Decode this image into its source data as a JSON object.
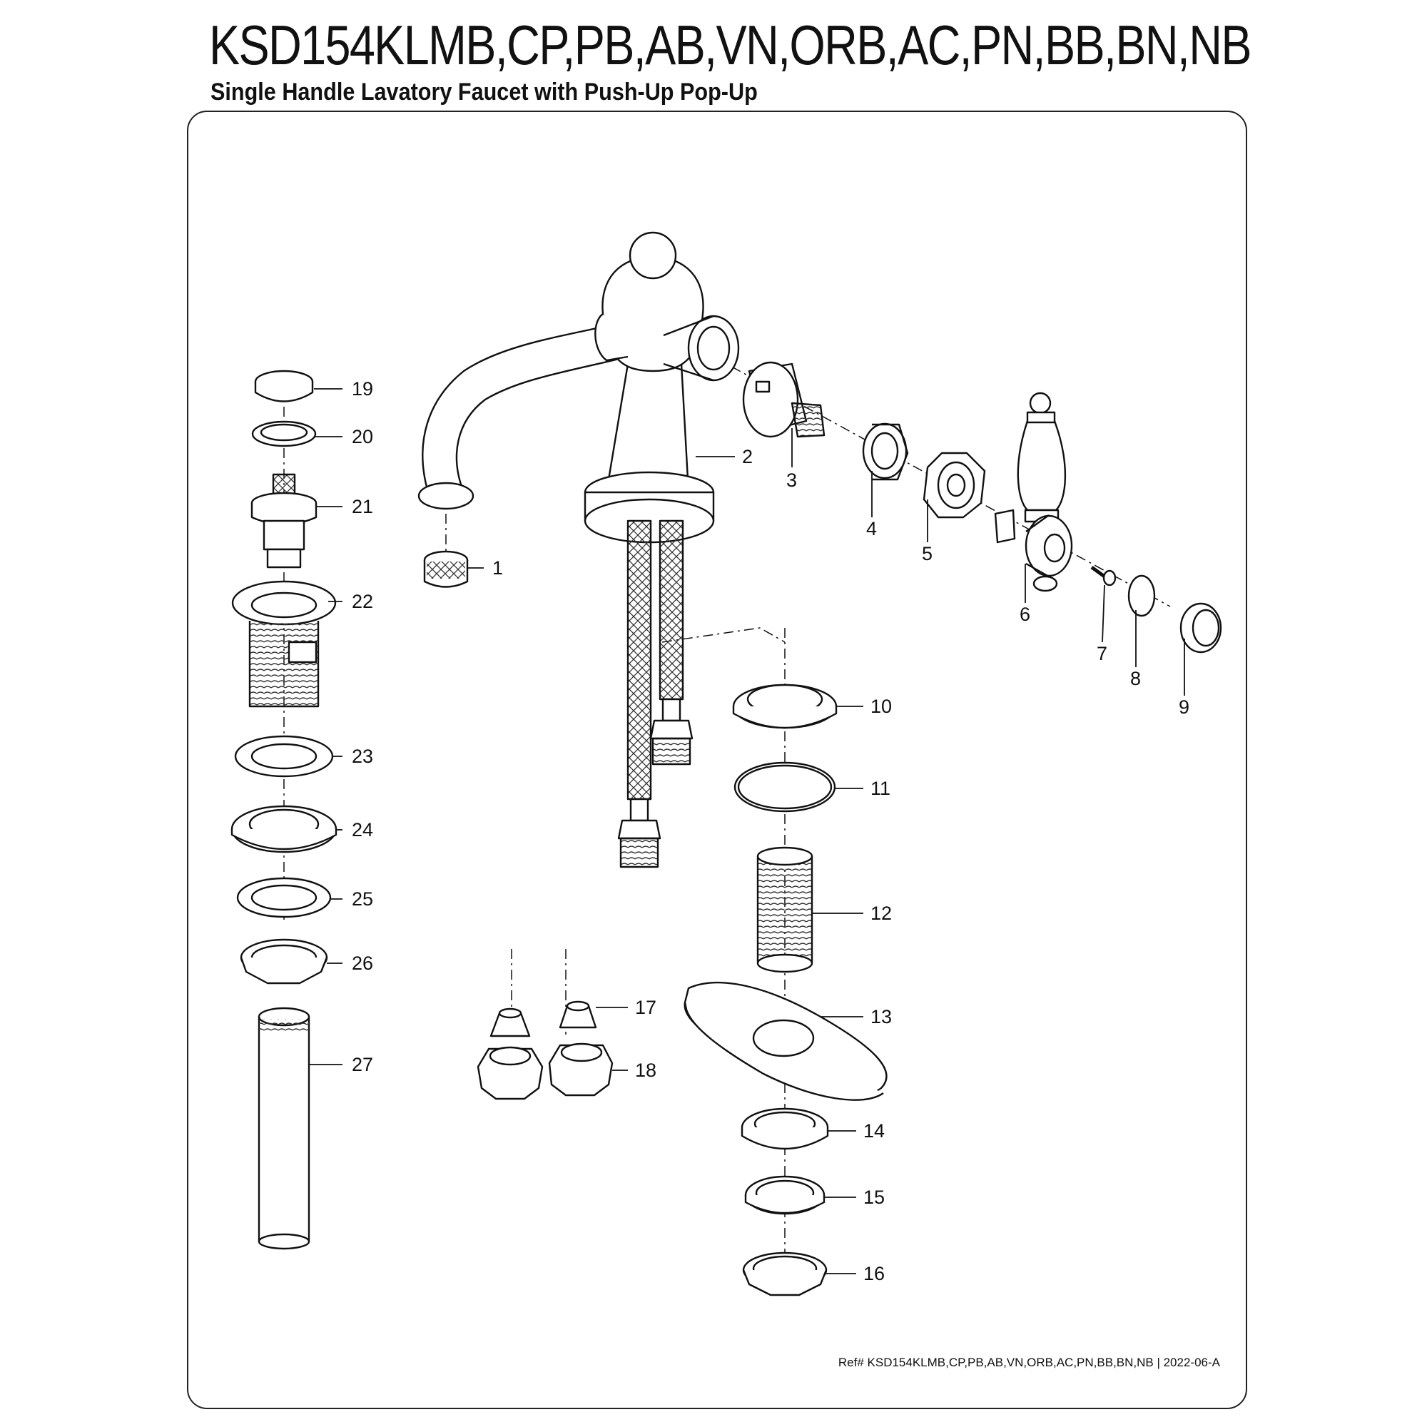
{
  "header": {
    "title": "KSD154KLMB,CP,PB,AB,VN,ORB,AC,PN,BB,BN,NB",
    "subtitle": "Single Handle Lavatory Faucet with Push-Up Pop-Up"
  },
  "footer": {
    "reference": "Ref# KSD154KLMB,CP,PB,AB,VN,ORB,AC,PN,BB,BN,NB | 2022-06-A"
  },
  "parts": [
    {
      "number": "1"
    },
    {
      "number": "2"
    },
    {
      "number": "3"
    },
    {
      "number": "4"
    },
    {
      "number": "5"
    },
    {
      "number": "6"
    },
    {
      "number": "7"
    },
    {
      "number": "8"
    },
    {
      "number": "9"
    },
    {
      "number": "10"
    },
    {
      "number": "11"
    },
    {
      "number": "12"
    },
    {
      "number": "13"
    },
    {
      "number": "14"
    },
    {
      "number": "15"
    },
    {
      "number": "16"
    },
    {
      "number": "17"
    },
    {
      "number": "18"
    },
    {
      "number": "19"
    },
    {
      "number": "20"
    },
    {
      "number": "21"
    },
    {
      "number": "22"
    },
    {
      "number": "23"
    },
    {
      "number": "24"
    },
    {
      "number": "25"
    },
    {
      "number": "26"
    },
    {
      "number": "27"
    }
  ]
}
